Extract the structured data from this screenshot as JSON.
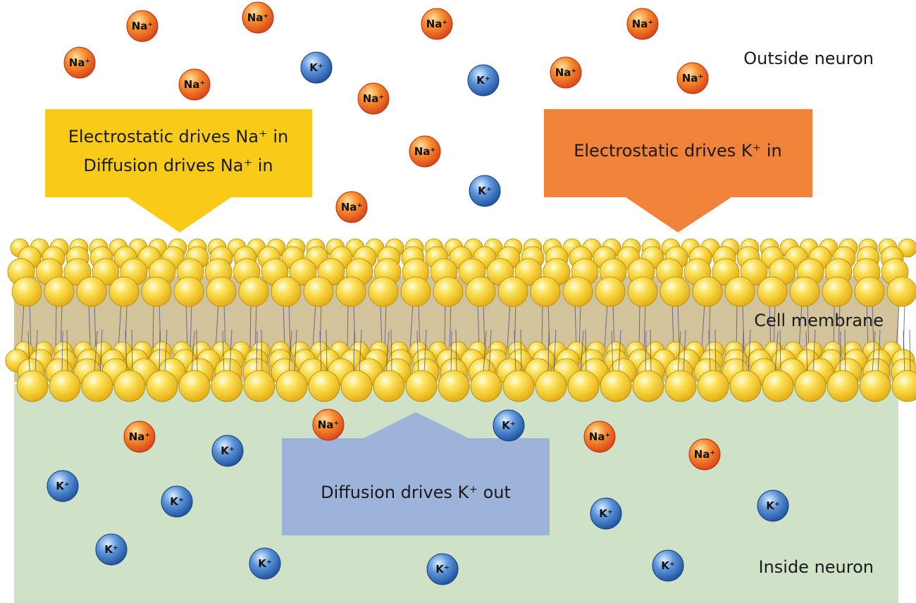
{
  "labels": {
    "outside": "Outside neuron",
    "membrane": "Cell membrane",
    "inside": "Inside neuron"
  },
  "arrows": {
    "na_in": {
      "line1": "Electrostatic drives Na⁺ in",
      "line2": "Diffusion drives Na⁺ in",
      "color": "#f7cb17"
    },
    "k_in": {
      "line1": "Electrostatic drives K⁺ in",
      "color": "#f0823a"
    },
    "k_out": {
      "line1": "Diffusion drives K⁺ out",
      "color": "#9db3d9"
    }
  },
  "ions": {
    "na_label": "Na⁺",
    "k_label": "K⁺",
    "na_color": "#e8541c",
    "k_color": "#2a67b8"
  },
  "colors": {
    "inside": "#cfe1c6",
    "membrane_core": "#d3c39b",
    "head": "#f5c518",
    "head_outline": "#a88a1a",
    "tail": "#4a4a8c"
  }
}
